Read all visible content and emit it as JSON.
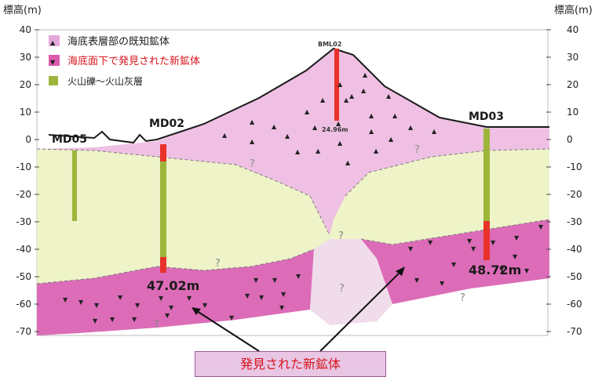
{
  "axis": {
    "left_title": "標高(m)",
    "right_title": "標高(m)",
    "ticks": [
      "40",
      "30",
      "20",
      "10",
      "0",
      "-10",
      "-20",
      "-30",
      "-40",
      "-50",
      "-60",
      "-70"
    ]
  },
  "legend": [
    {
      "symbol": "▲",
      "label": "海底表層部の既知鉱体",
      "color": "#e6a8dc",
      "text_color": "#1a1a1a"
    },
    {
      "symbol": "▼",
      "label": "海底面下で発見された新鉱体",
      "color": "#dc5aae",
      "text_color": "#d8141c"
    },
    {
      "symbol": "",
      "label": "火山礫～火山灰層",
      "color": "#9db53a",
      "text_color": "#1a1a1a"
    }
  ],
  "wells": [
    {
      "name": "MD05"
    },
    {
      "name": "MD02",
      "depth": "47.02m"
    },
    {
      "name": "MD03",
      "depth": "48.72m"
    },
    {
      "name": "BML02",
      "depth": "24.96m"
    }
  ],
  "callout": "発見された新鉱体",
  "unknown_mark": "?",
  "colors": {
    "known_ore": "#efc0e4",
    "new_ore": "#dc6cb8",
    "tuff": "#eef3c8",
    "gray_body": "#f0dcea",
    "well_green": "#9db53a",
    "well_red": "#e8322a"
  }
}
